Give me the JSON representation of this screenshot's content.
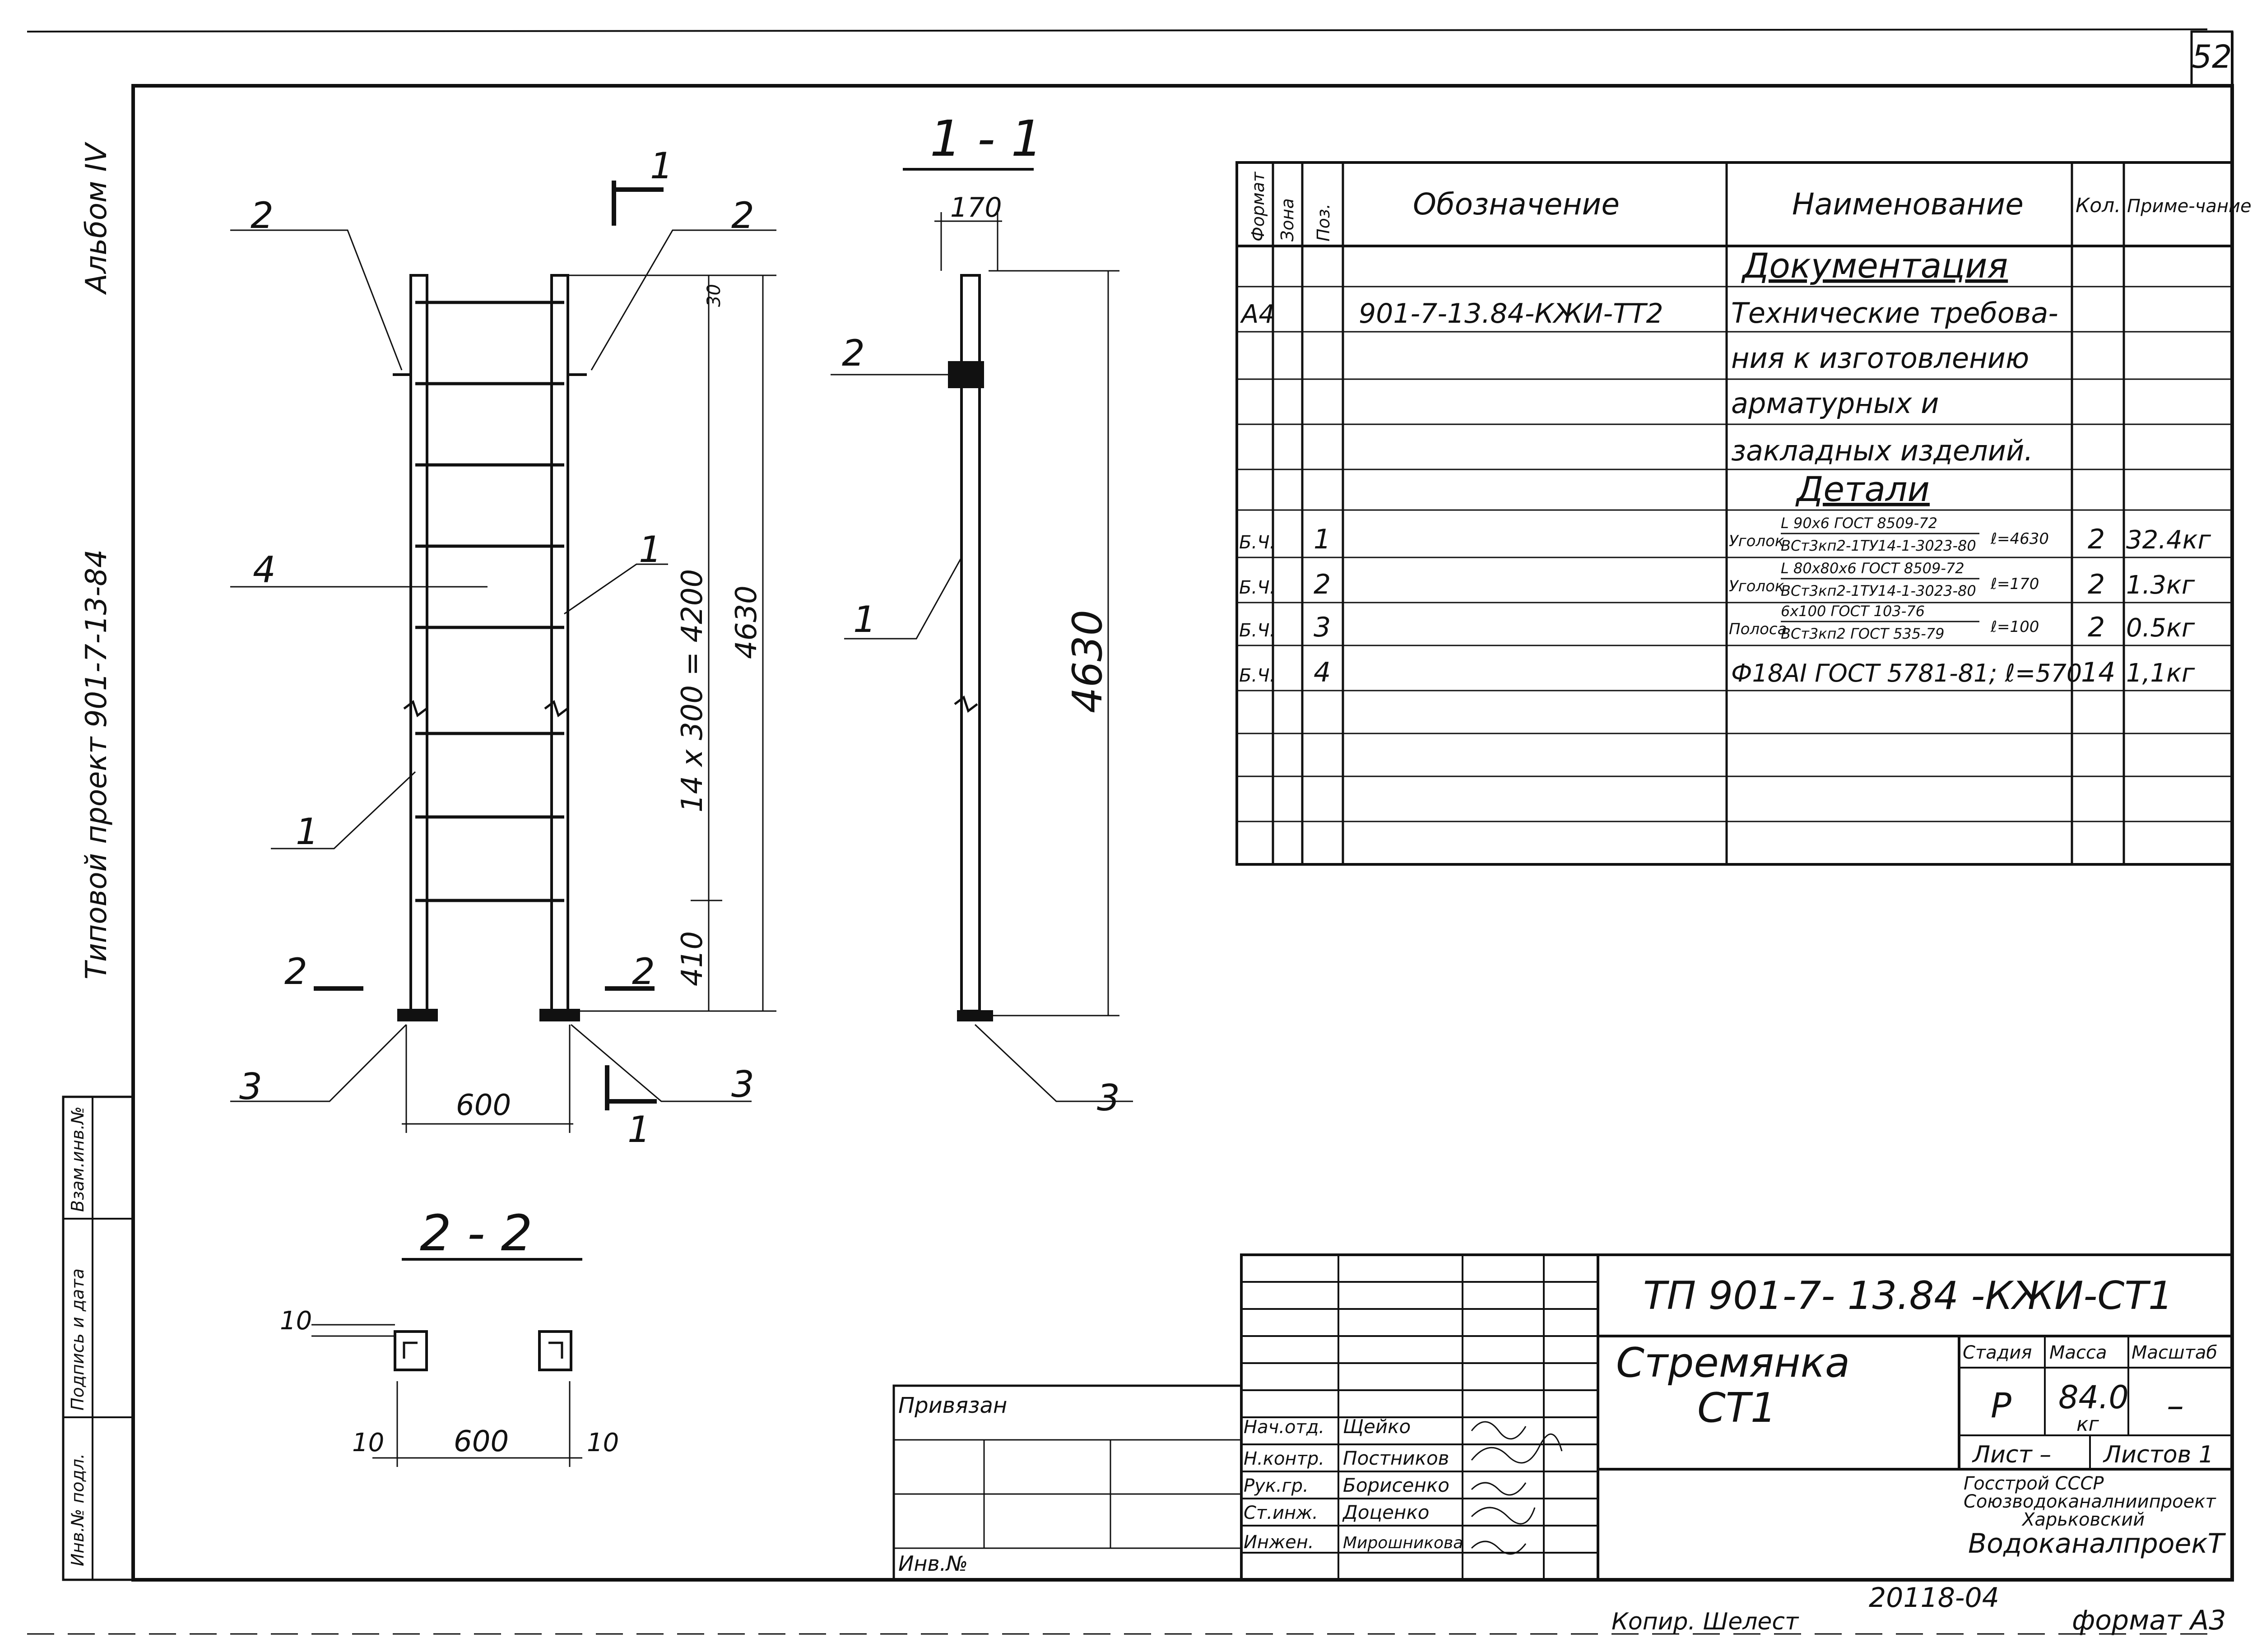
{
  "sheet": {
    "page_number": "52",
    "album": "Альбом IV",
    "project": "Типовой проект 901-7-13-84",
    "copied_by": "Копир. Шелест",
    "format": "формат А3",
    "archive_number": "20118-04"
  },
  "side_stamp": {
    "cells": [
      "Взам.инв.№",
      "Подпись и дата",
      "Инв.№ подл."
    ]
  },
  "views": {
    "front": {
      "section_mark": "1",
      "pos_labels": [
        "2",
        "2",
        "4",
        "1",
        "1",
        "3",
        "3"
      ],
      "section_marks_bottom": [
        "2",
        "2"
      ],
      "dim_width": "600",
      "dim_height_total": "4630",
      "dim_rungs": "14 x 300 = 4200",
      "dim_bottom": "410",
      "dim_top": "30"
    },
    "section_11": {
      "title": "1 - 1",
      "dim_width": "170",
      "dim_height": "4630",
      "pos_labels": [
        "2",
        "1",
        "3"
      ]
    },
    "section_22": {
      "title": "2 - 2",
      "dim_width": "600",
      "dim_left": "10",
      "dim_right": "10",
      "dim_thick": "10"
    }
  },
  "spec_table": {
    "headers": [
      "Формат",
      "Зона",
      "Поз.",
      "Обозначение",
      "Наименование",
      "Кол.",
      "Приме-чание"
    ],
    "sections": [
      {
        "heading": "Документация",
        "rows": [
          {
            "format": "А4",
            "zone": "",
            "pos": "",
            "designation": "901-7-13.84-КЖИ-ТТ2",
            "name_lines": [
              "Технические требова-",
              "ния к изготовлению",
              "арматурных и",
              "закладных изделий."
            ],
            "qty": "",
            "note": ""
          }
        ]
      },
      {
        "heading": "Детали",
        "rows": [
          {
            "format": "Б.Ч.",
            "pos": "1",
            "prefix": "Уголок",
            "top": "L 90х6 ГОСТ 8509-72",
            "bottom": "ВСт3кп2-1ТУ14-1-3023-80",
            "length": "ℓ=4630",
            "qty": "2",
            "note": "32.4кг"
          },
          {
            "format": "Б.Ч.",
            "pos": "2",
            "prefix": "Уголок",
            "top": "L 80х80х6 ГОСТ 8509-72",
            "bottom": "ВСт3кп2-1ТУ14-1-3023-80",
            "length": "ℓ=170",
            "qty": "2",
            "note": "1.3кг"
          },
          {
            "format": "Б.Ч.",
            "pos": "3",
            "prefix": "Полоса",
            "top": "6х100 ГОСТ 103-76",
            "bottom": "ВСт3кп2 ГОСТ 535-79",
            "length": "ℓ=100",
            "qty": "2",
            "note": "0.5кг"
          },
          {
            "format": "Б.Ч.",
            "pos": "4",
            "name": "Ф18АI ГОСТ 5781-81; ℓ=570",
            "qty": "14",
            "note": "1,1кг"
          }
        ]
      }
    ]
  },
  "title_block": {
    "code": "ТП 901-7- 13.84 -КЖИ-СТ1",
    "name_line1": "Стремянка",
    "name_line2": "СТ1",
    "stage_label": "Стадия",
    "mass_label": "Масса",
    "scale_label": "Масштаб",
    "stage": "Р",
    "mass": "84.0",
    "mass_unit": "кг",
    "scale": "–",
    "sheet_label": "Лист –",
    "sheets_label": "Листов 1",
    "org_lines": [
      "Госстрой СССР",
      "Союзводоканалниипроект",
      "Харьковский",
      "ВодоканалпроекТ"
    ],
    "binding_label": "Привязан",
    "inv_label": "Инв.№",
    "signers": [
      {
        "role": "Нач.отд.",
        "name": "Щейко"
      },
      {
        "role": "Н.контр.",
        "name": "Постников"
      },
      {
        "role": "Рук.гр.",
        "name": "Борисенко"
      },
      {
        "role": "Ст.инж.",
        "name": "Доценко"
      },
      {
        "role": "Инжен.",
        "name": "Мирошникова"
      }
    ]
  }
}
